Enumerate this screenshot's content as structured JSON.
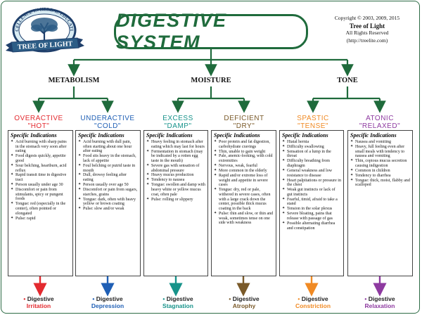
{
  "title": "DIGESTIVE SYSTEM",
  "logo": {
    "top_text": "EXCELLENCE IN HERBAL EDUCATION",
    "ribbon_text": "TREE OF LIGHT"
  },
  "copyright": {
    "line1": "Copyright © 2003, 2009, 2015",
    "org": "Tree of Light",
    "line3": "All Rights Reserved",
    "url": "(http://treelite.com)"
  },
  "categories": [
    "METABOLISM",
    "MOISTURE",
    "TONE"
  ],
  "specific_heading": "Specific Indications",
  "columns": [
    {
      "label_top": "OVERACTIVE",
      "label_bottom": "\"HOT\"",
      "color": "#e32a2f",
      "items": [
        "Acid burning with sharp pains in the stomach very soon after eating",
        "Food digests quickly, appetite good",
        "Sour belching, heartburn, acid reflux",
        "Rapid transit time in digestive tract",
        "Person usually under age 30",
        "Discomfort or pain from stimulants, spicy or pungent foods",
        "Tongue: red (especially in the center), often pointed or elongated",
        "Pulse: rapid"
      ],
      "result_prefix": "Digestive",
      "result_name": "Irritation"
    },
    {
      "label_top": "UNDERACTIVE",
      "label_bottom": "\"COLD\"",
      "color": "#1f5fb5",
      "items": [
        "Acid burning with dull pain, often starting about one hour after eating",
        "Food sits heavy in the stomach, lack of appetite",
        "Foul belching or putrid taste in mouth",
        "Dull, drowsy feeling after eating",
        "Person usually over age 50",
        "Discomfort or pain from sugars, starches, grains",
        "Tongue: dark, often with heavy yellow or brown coating",
        "Pulse: slow and/or weak"
      ],
      "result_prefix": "Digestive",
      "result_name": "Depression"
    },
    {
      "label_top": "EXCESS",
      "label_bottom": "\"DAMP\"",
      "color": "#17938a",
      "items": [
        "Heavy feeling in stomach after eating which may last for hours",
        "Fermentation in stomach (may be indicated by a rotten egg taste in the mouth)",
        "Severe gas with sensation of abdominal pressure",
        "Heavy mucus production",
        "Tendency to nausea",
        "Tongue: swollen and damp with heavy white or yellow mucus coat, often pale",
        "Pulse: rolling or slippery"
      ],
      "result_prefix": "Digestive",
      "result_name": "Stagnation"
    },
    {
      "label_top": "DEFICIENT",
      "label_bottom": "\"DRY\"",
      "color": "#7a5a2a",
      "items": [
        "Poor protein and fat digestion, carbohydrate cravings",
        "Thin, unable to gain weight",
        "Pale, anemic-looking, with cold extremities",
        "Nervous, weak, fearful",
        "More common in the elderly",
        "Rapid and/or extreme loss of weight and appetite in severe cases",
        "Tongue: dry, red or pale, withered in severe cases, often with a large crack down the center, possible thick mucus coating in the back",
        "Pulse: thin and slow, or thin and weak, sometimes tense on one side with weakness"
      ],
      "result_prefix": "Digestive",
      "result_name": "Atrophy"
    },
    {
      "label_top": "SPASTIC",
      "label_bottom": "\"TENSE\"",
      "color": "#f08a24",
      "items": [
        "Hiatal hernia",
        "Difficulty swallowing",
        "Sensation of a lump in the throat",
        "Difficulty breathing from diaphragm",
        "General weakness and low resistance to disease",
        "Heart palpitations or pressure in the chest",
        "Weak gut instincts or lack of gut instincts",
        "Fearful, timid, afraid to take a stand",
        "Tension in the solar plexus",
        "Severe bloating, pains that release with passage of gas",
        "Possible alternating diarrhea and constipation"
      ],
      "result_prefix": "Digestive",
      "result_name": "Constriction"
    },
    {
      "label_top": "ATONIC",
      "label_bottom": "\"RELAXED\"",
      "color": "#8e3aa0",
      "items": [
        "Nausea and vomiting",
        "Heavy, full feeling even after small meals with tendency to nausea and vomiting",
        "Thin, copious mucus secretion causing indigestion",
        "Common in children",
        "Tendency to diarrhea",
        "Tongue: thick, moist, flabby and scalloped"
      ],
      "result_prefix": "Digestive",
      "result_name": "Relaxation"
    }
  ]
}
